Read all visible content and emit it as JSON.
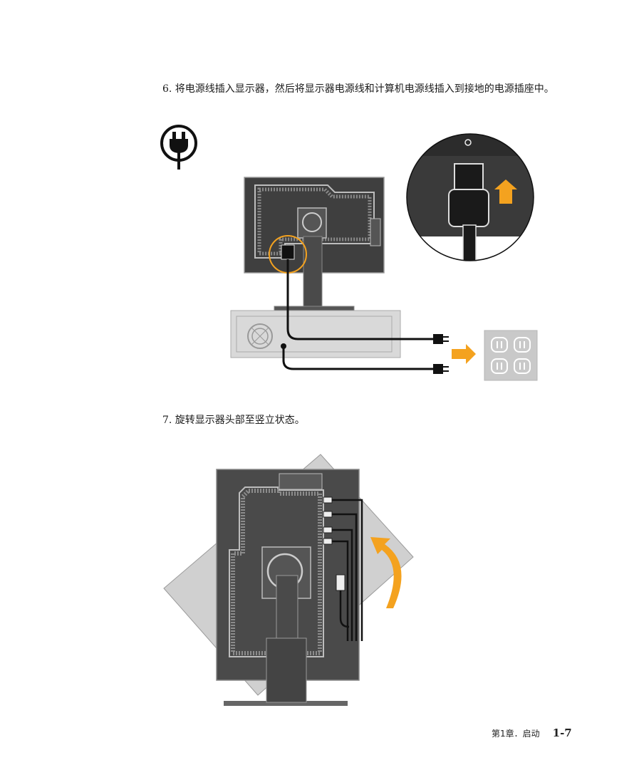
{
  "steps": [
    {
      "text": "6. 将电源线插入显示器，然后将显示器电源线和计算机电源线插入到接地的电源插座中。"
    },
    {
      "text": "7. 旋转显示器头部至竖立状态。"
    }
  ],
  "footer": {
    "chapter": "第1章．启动",
    "page": "1-7"
  },
  "icons": {
    "power_plug": "power-plug-icon",
    "rotate_arrow": "rotate-arrow-icon",
    "insert_arrow": "up-arrow-icon",
    "outlet_arrow": "right-arrow-icon"
  },
  "colors": {
    "accent_orange": "#F4A21F",
    "monitor_dark": "#3d3d3d",
    "panel_gray": "#d9d9d9",
    "outlet_gray": "#c9c9c9"
  }
}
